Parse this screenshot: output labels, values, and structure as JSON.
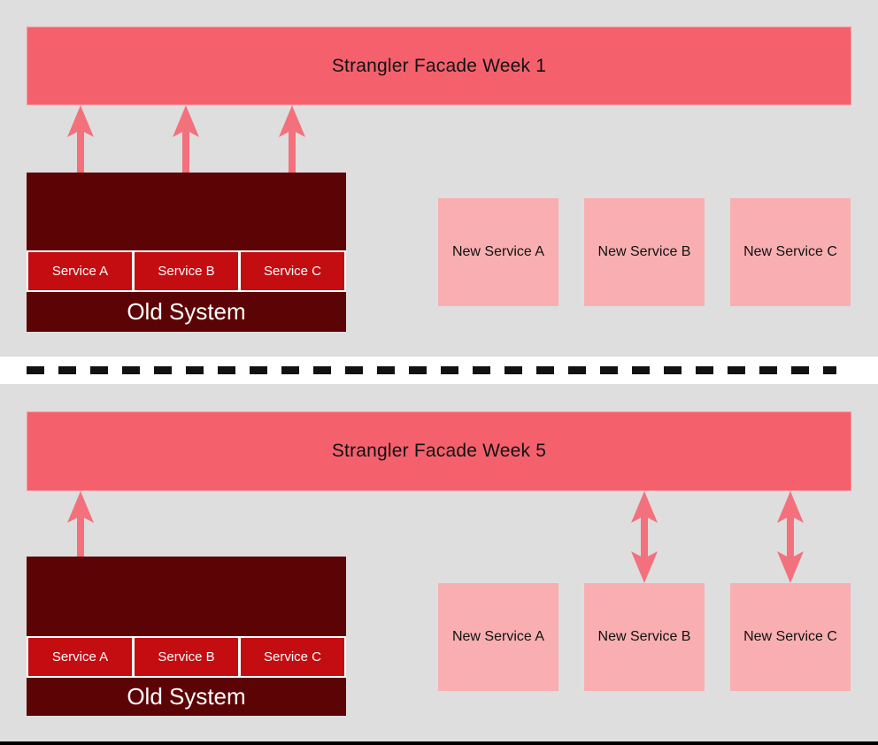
{
  "colors": {
    "page-bg": "#dedede",
    "divider-bg": "#ffffff",
    "facade": "#f4616d",
    "arrow": "#f3717c",
    "old-system": "#5c0405",
    "service": "#c30d11",
    "service-text": "#ffffff",
    "new-service": "#f9afb1",
    "text-dark": "#111111",
    "dash": "#111111",
    "bottom-edge": "#000000"
  },
  "panels": [
    {
      "facade_label": "Strangler Facade Week 1",
      "old_system": {
        "label": "Old System",
        "services": [
          "Service A",
          "Service B",
          "Service C"
        ]
      },
      "new_services": [
        "New Service A",
        "New Service B",
        "New Service C"
      ],
      "arrows_facade_to_old_services": [
        "Service A",
        "Service B",
        "Service C"
      ],
      "arrows_facade_to_new_services": []
    },
    {
      "facade_label": "Strangler Facade Week 5",
      "old_system": {
        "label": "Old System",
        "services": [
          "Service A",
          "Service B",
          "Service C"
        ]
      },
      "new_services": [
        "New Service A",
        "New Service B",
        "New Service C"
      ],
      "arrows_facade_to_old_services": [
        "Service A"
      ],
      "arrows_facade_to_new_services": [
        "New Service B",
        "New Service C"
      ]
    }
  ]
}
